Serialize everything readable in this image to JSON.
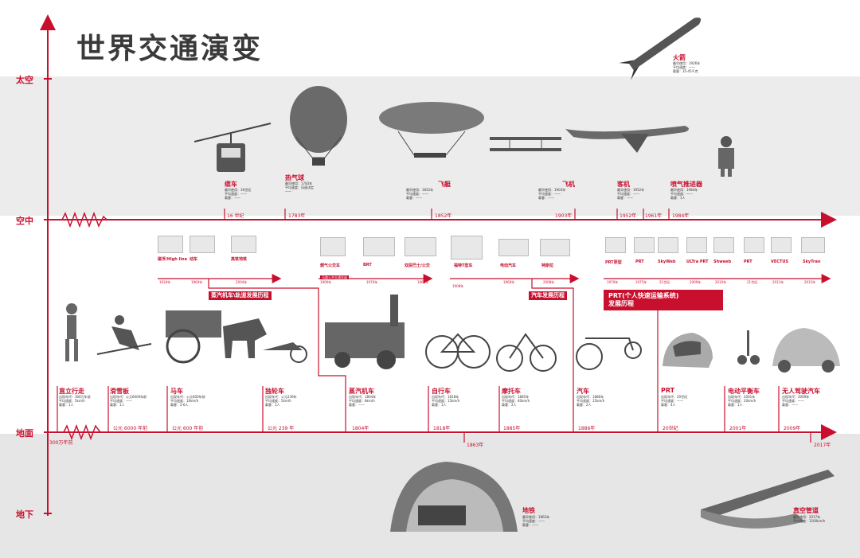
{
  "title": "世界交通演变",
  "axis": {
    "space": "太空",
    "air": "空中",
    "ground": "地面",
    "underground": "地下"
  },
  "colors": {
    "accent": "#c8102e",
    "band": "#ededed",
    "text": "#3a3a3a"
  },
  "air": {
    "rocket": {
      "name": "火箭",
      "info": "最早使用：1926年\n平均速度：——\n载客：35-45千克"
    },
    "cable": {
      "name": "缆车",
      "info": "最早使用：16世纪\n平均速度：——\n载客：——",
      "date": "16 世纪"
    },
    "balloon": {
      "name": "热气球",
      "info": "最早使用：1783年\n平均速度：风速决定\n——",
      "date": "1783年"
    },
    "airship": {
      "name": "飞艇",
      "info": "最早使用：1852年\n平均速度：——\n载客：——",
      "date": "1852年"
    },
    "plane": {
      "name": "飞机",
      "info": "最早使用：1903年\n平均速度：——\n载客：——",
      "date": "1903年"
    },
    "airliner": {
      "name": "客机",
      "info": "最早使用：1952年\n平均速度：——\n载客：——",
      "date": "1952年"
    },
    "jetpack": {
      "name": "喷气推进器",
      "info": "最早使用：1984年\n平均速度：——\n载客：1人",
      "date": "1984年"
    },
    "mid_date": "1961年"
  },
  "rail_strip": {
    "items": [
      "磁浮/High line",
      "动车",
      "高铁地铁"
    ],
    "dates": [
      "1934年",
      "1964年",
      "2004年"
    ],
    "tag": "蒸汽机车\\轨道发展历程"
  },
  "bus_strip": {
    "items": [
      "燃气公交车",
      "BRT",
      "双层巴士/公交"
    ],
    "dates": [
      "1900年",
      "1970年",
      "1965年"
    ],
    "tag": "马路公共交通发展"
  },
  "car_strip": {
    "items": [
      "福特T型车",
      "电动汽车",
      "特斯拉"
    ],
    "dates": [
      "1908年",
      "1960年",
      "2008年"
    ],
    "tag": "汽车发展历程"
  },
  "prt_strip": {
    "items": [
      "PRT原型",
      "PRT",
      "SkyWeb",
      "ULTra PRT",
      "Shweeb",
      "PRT",
      "VECTUS",
      "SkyTran"
    ],
    "dates": [
      "1970年",
      "1975年",
      "21世纪",
      "2009年",
      "2010年",
      "21世纪",
      "2011年",
      "2015年"
    ],
    "tag": "PRT(个人快速运输系统)\n发展历程"
  },
  "ground": {
    "walk": {
      "name": "直立行走",
      "info": "出现年代：300万年前\n平均速度：5km/h\n载客：1人",
      "date": "300万年前"
    },
    "sled": {
      "name": "滑雪板",
      "info": "出现年代：公元6000年前\n平均速度：——\n载客：1人",
      "date": "公元 6000 年前"
    },
    "horse": {
      "name": "马车",
      "info": "出现年代：公元600年前\n平均速度：10km/h\n载客：2-6人",
      "date": "公元 600 年前"
    },
    "wheelbarrow": {
      "name": "独轮车",
      "info": "出现年代：公元239年\n平均速度：5km/h\n载客：1人",
      "date": "公元 239 年"
    },
    "steam": {
      "name": "蒸汽机车",
      "info": "出现年代：1804年\n平均速度：8km/h\n载客：——",
      "date": "1804年"
    },
    "bike": {
      "name": "自行车",
      "info": "出现年代：1818年\n平均速度：15km/h\n载客：1人",
      "date": "1818年"
    },
    "moto": {
      "name": "摩托车",
      "info": "出现年代：1885年\n平均速度：40km/h\n载客：2人",
      "date": "1885年"
    },
    "car": {
      "name": "汽车",
      "info": "出现年代：1886年\n平均速度：15km/h\n载客：2人",
      "date": "1886年"
    },
    "prt": {
      "name": "PRT",
      "info": "出现年代：20世纪\n平均速度：——\n载客：4人",
      "date": "20世纪"
    },
    "segway": {
      "name": "电动平衡车",
      "info": "出现年代：2001年\n平均速度：20km/h\n载客：1人",
      "date": "2001年"
    },
    "auto": {
      "name": "无人驾驶汽车",
      "info": "出现年代：2009年\n平均速度：——\n载客：——",
      "date": "2009年"
    },
    "below_date": "1863年",
    "end_date": "2017年"
  },
  "underground": {
    "metro": {
      "name": "地铁",
      "info": "最早使用：1863年\n平均速度：——\n载客：——"
    },
    "tube": {
      "name": "真空管道",
      "info": "最早使用：2017年\n平均速度：1200km/h"
    }
  }
}
